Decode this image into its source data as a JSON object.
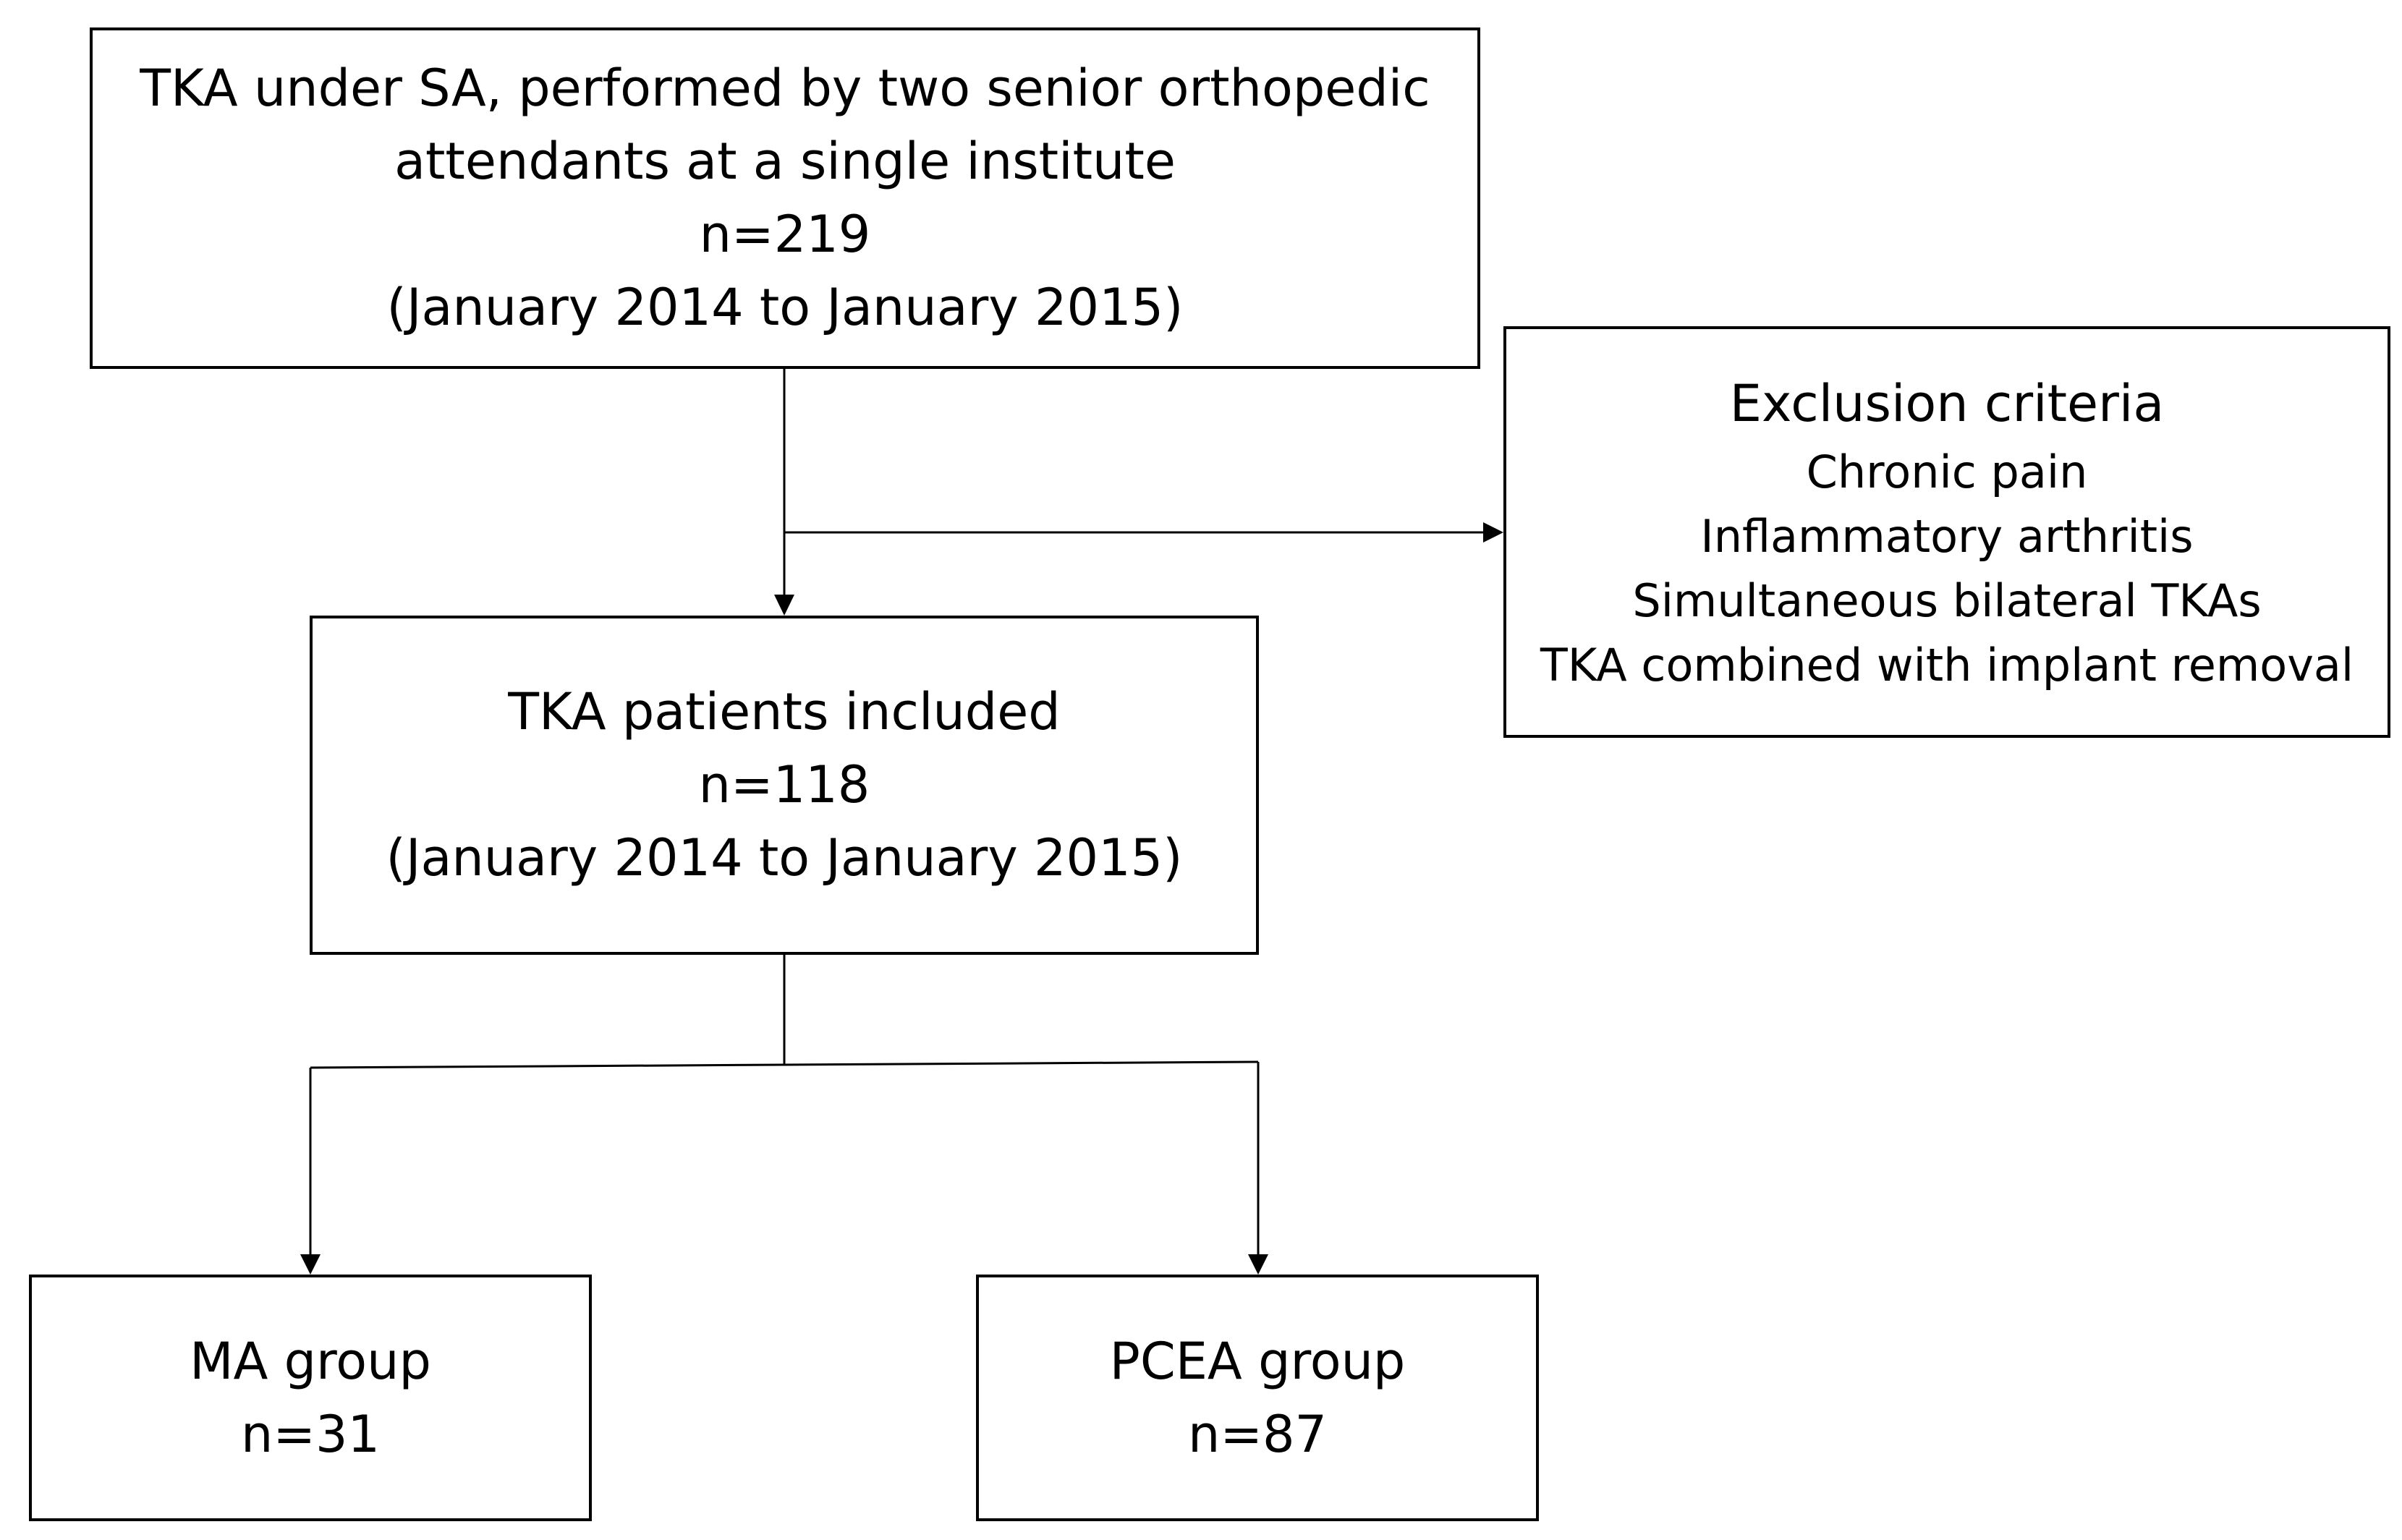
{
  "flowchart": {
    "start": {
      "lines": [
        "TKA under SA, performed by two senior orthopedic",
        "attendants at a single institute",
        "n=219",
        "(January 2014 to January 2015)"
      ]
    },
    "exclusion": {
      "title": "Exclusion criteria",
      "items": [
        "Chronic pain",
        "Inflammatory arthritis",
        "Simultaneous bilateral TKAs",
        "TKA combined with implant removal"
      ]
    },
    "included": {
      "lines": [
        "TKA patients included",
        "n=118",
        "(January 2014 to January 2015)"
      ]
    },
    "ma_group": {
      "lines": [
        "MA group",
        "n=31"
      ]
    },
    "pcea_group": {
      "lines": [
        "PCEA group",
        "n=87"
      ]
    }
  }
}
